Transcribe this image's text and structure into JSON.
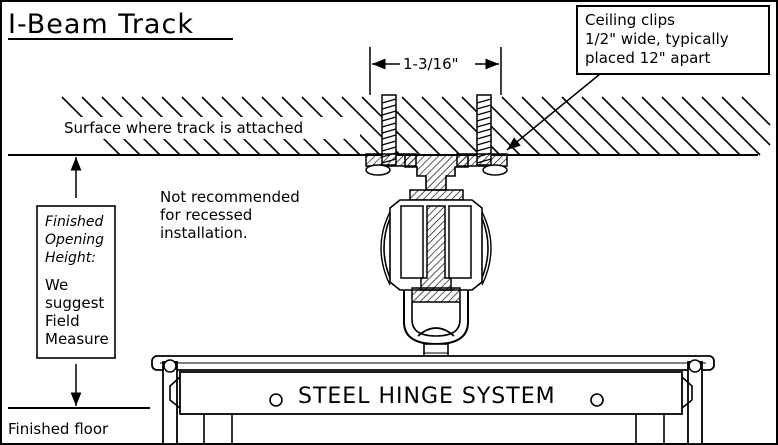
{
  "title": "I-Beam Track",
  "ceiling_clips": {
    "line1": "Ceiling clips",
    "line2": "1/2\" wide, typically",
    "line3": "placed 12\" apart"
  },
  "dimension": "1-3/16\"",
  "surface_label": "Surface where track is attached",
  "recessed_note": {
    "line1": "Not recommended",
    "line2": "for recessed",
    "line3": "installation."
  },
  "opening_height": {
    "line1": "Finished",
    "line2": "Opening",
    "line3": "Height:",
    "line4": "We",
    "line5": "suggest",
    "line6": "Field",
    "line7": "Measure"
  },
  "floor_label": "Finished floor",
  "hinge_sign": "STEEL HINGE SYSTEM"
}
